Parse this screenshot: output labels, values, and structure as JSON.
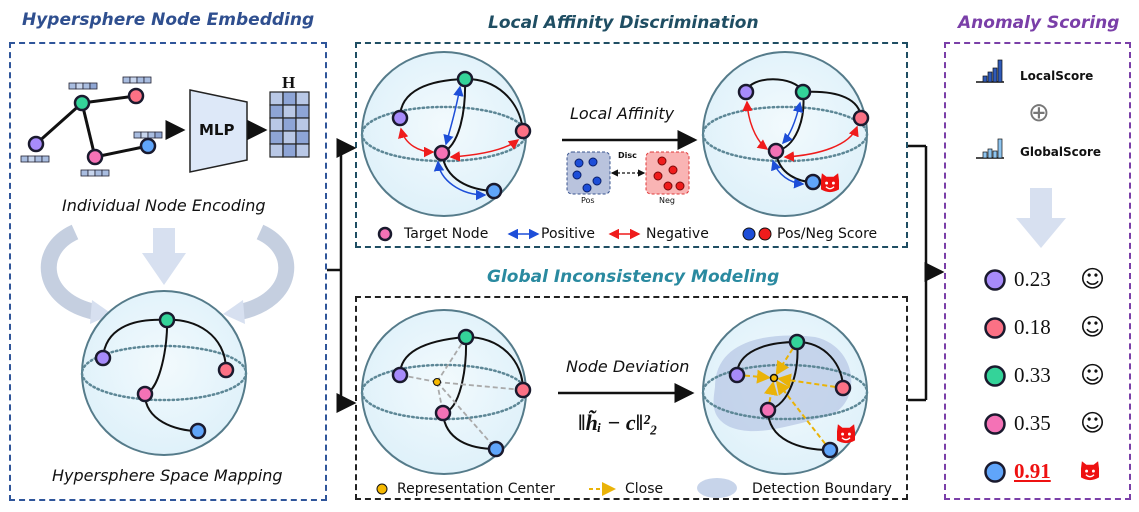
{
  "panels": {
    "embedding": {
      "title": "Hypersphere Node Embedding",
      "title_color": "#2f4f8f",
      "mlp_label": "MLP",
      "matrix_label": "H",
      "caption_top": "Individual Node Encoding",
      "caption_bottom": "Hypersphere Space Mapping"
    },
    "local": {
      "title": "Local Affinity Discrimination",
      "title_color": "#1f4e63",
      "arrow_label": "Local Affinity",
      "disc_label": "Disc",
      "pos_label": "Pos",
      "neg_label": "Neg",
      "legend": {
        "target_node": "Target Node",
        "positive": "Positive",
        "negative": "Negative",
        "pos_neg_score": "Pos/Neg Score"
      }
    },
    "global": {
      "title": "Global Inconsistency Modeling",
      "title_color": "#2a8aa0",
      "arrow_label": "Node Deviation",
      "formula": "‖h̃ᵢ − c‖²₂",
      "legend": {
        "representation_center": "Representation Center",
        "close": "Close",
        "detection_boundary": "Detection Boundary"
      }
    },
    "scoring": {
      "title": "Anomaly Scoring",
      "title_color": "#7a3fa8",
      "local_score": "LocalScore",
      "global_score": "GlobalScore",
      "combine_symbol": "⊕",
      "scores": [
        {
          "node": "purple",
          "color": "#a78bfa",
          "value": "0.23",
          "status": "normal",
          "icon": "smiley-icon"
        },
        {
          "node": "red",
          "color": "#fb7185",
          "value": "0.18",
          "status": "normal",
          "icon": "smiley-icon"
        },
        {
          "node": "green",
          "color": "#34d399",
          "value": "0.33",
          "status": "normal",
          "icon": "smiley-icon"
        },
        {
          "node": "pink",
          "color": "#f472b6",
          "value": "0.35",
          "status": "normal",
          "icon": "smiley-icon"
        },
        {
          "node": "blue",
          "color": "#60a5fa",
          "value": "0.91",
          "status": "anomaly",
          "icon": "devil-icon"
        }
      ]
    }
  },
  "node_colors": {
    "purple": "#a78bfa",
    "green": "#34d399",
    "red": "#fb7185",
    "pink": "#f472b6",
    "blue": "#60a5fa"
  },
  "accents": {
    "positive": "#1d4ed8",
    "negative": "#ef1c1c",
    "close": "#eab308",
    "anomaly": "#ee1111"
  },
  "glyphs": {
    "smiley": "☺",
    "devil": "😈"
  }
}
